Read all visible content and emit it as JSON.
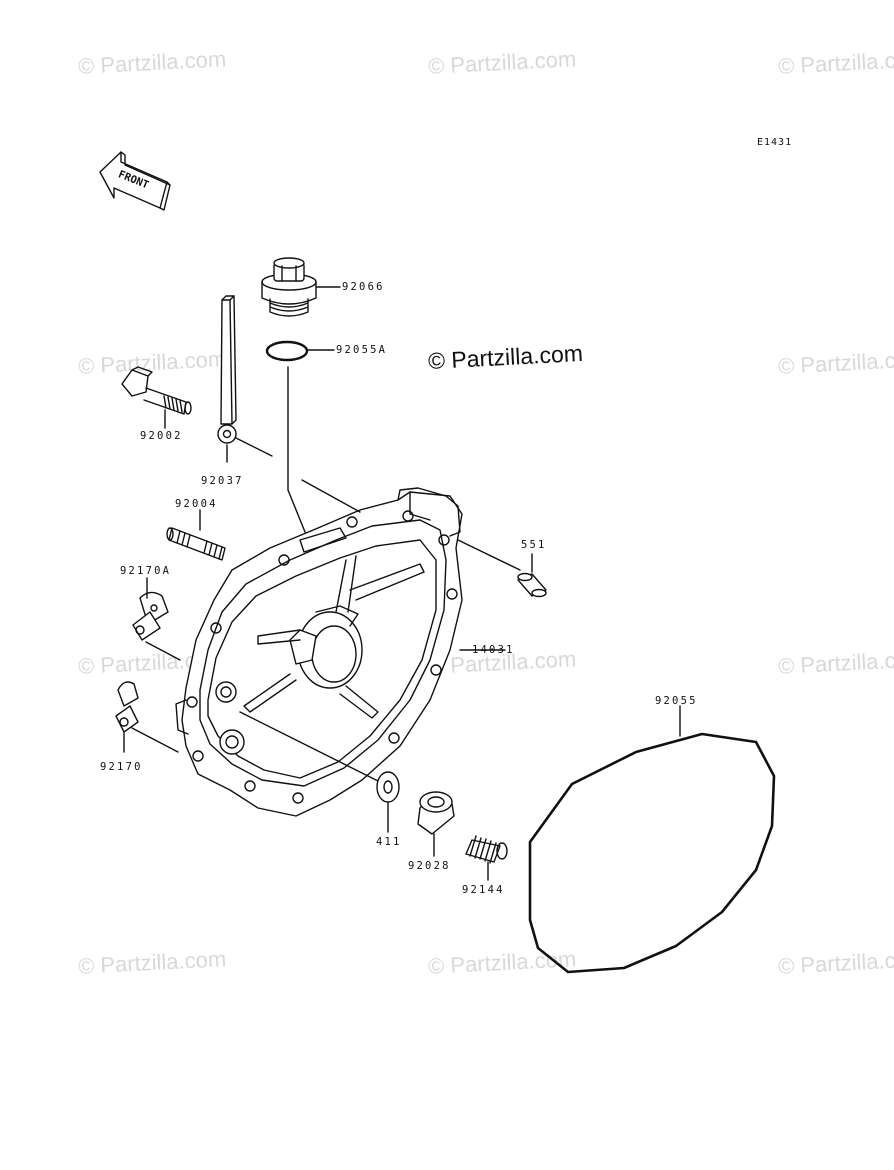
{
  "diagram": {
    "ref_code": "E1431",
    "front_label": "FRONT",
    "copyright_center": "© Partzilla.com",
    "watermark": "© Partzilla.com",
    "part_numbers": {
      "p92066": "92066",
      "p92055a": "92055A",
      "p92002": "92002",
      "p92037": "92037",
      "p92004": "92004",
      "p92170a": "92170A",
      "p551": "551",
      "p14031": "14031",
      "p92055": "92055",
      "p92170": "92170",
      "p411": "411",
      "p92028": "92028",
      "p92144": "92144"
    }
  }
}
